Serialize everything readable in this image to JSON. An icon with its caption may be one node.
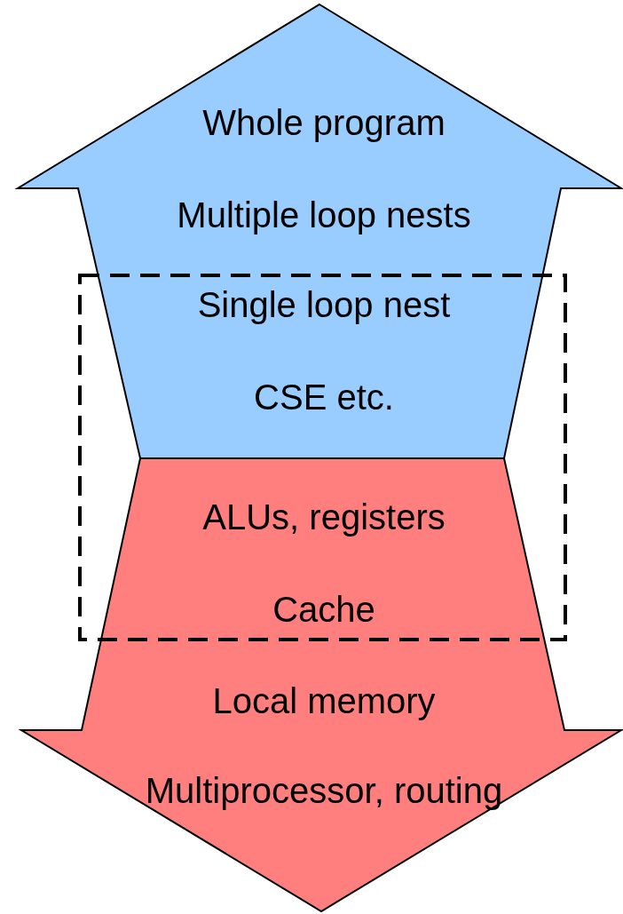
{
  "diagram": {
    "nodes": [
      {
        "text": [
          "Whole program",
          "Multiple loop nests",
          "Single loop nest",
          "CSE etc."
        ]
      },
      {
        "text": [
          "ALUs, registers",
          "Cache",
          "Local memory",
          "Multiprocessor, routing"
        ]
      }
    ]
  }
}
